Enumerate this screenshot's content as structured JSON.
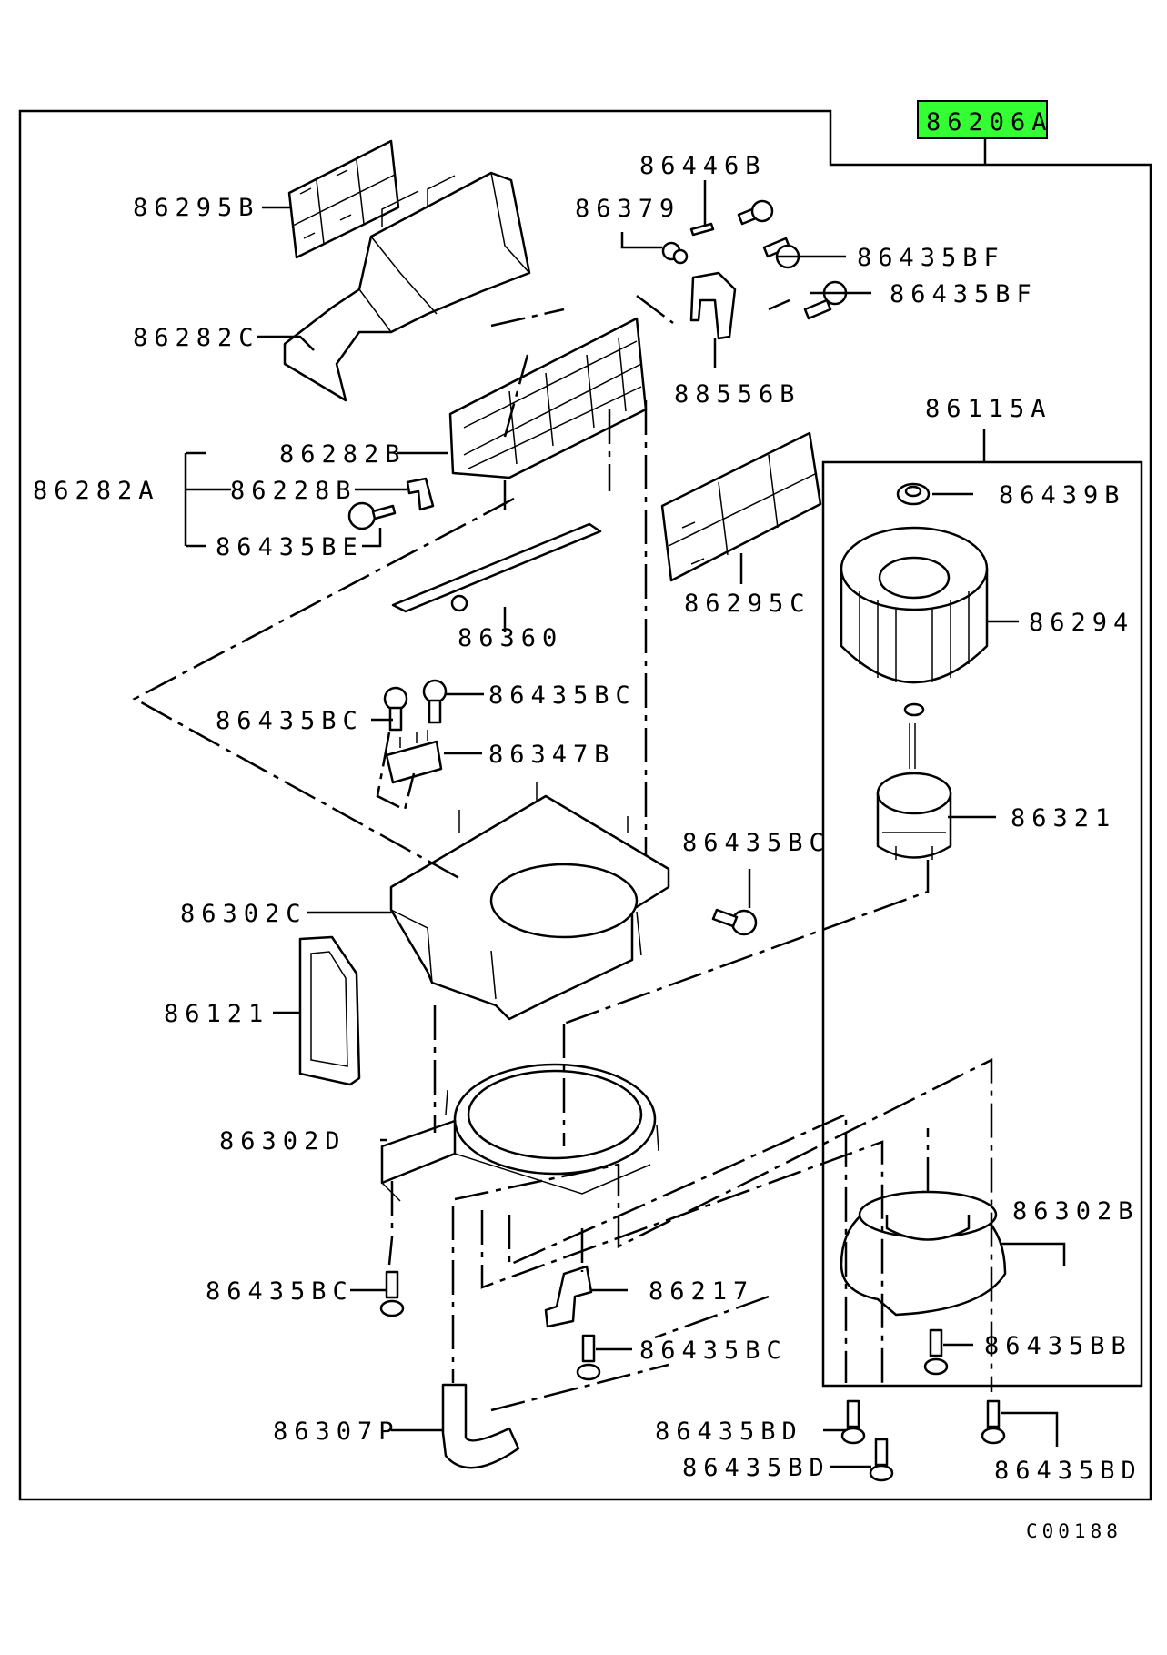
{
  "highlight_color": "#33ff33",
  "labels": {
    "l86206A": "86206A",
    "l86446B": "86446B",
    "l86379": "86379",
    "l86295B": "86295B",
    "l86435BF_1": "86435BF",
    "l86435BF_2": "86435BF",
    "l86282C": "86282C",
    "l88556B": "88556B",
    "l86115A": "86115A",
    "l86282B": "86282B",
    "l86282A": "86282A",
    "l86228B": "86228B",
    "l86435BE": "86435BE",
    "l86439B": "86439B",
    "l86295C": "86295C",
    "l86294": "86294",
    "l86360": "86360",
    "l86435BC_1": "86435BC",
    "l86435BC_2": "86435BC",
    "l86347B": "86347B",
    "l86321": "86321",
    "l86435BC_3": "86435BC",
    "l86302C": "86302C",
    "l86121": "86121",
    "l86302D": "86302D",
    "l86302B": "86302B",
    "l86435BC_4": "86435BC",
    "l86217": "86217",
    "l86435BC_5": "86435BC",
    "l86435BB": "86435BB",
    "l86307P": "86307P",
    "l86435BD_1": "86435BD",
    "l86435BD_2": "86435BD",
    "l86435BD_3": "86435BD",
    "footer_code": "C00188"
  }
}
